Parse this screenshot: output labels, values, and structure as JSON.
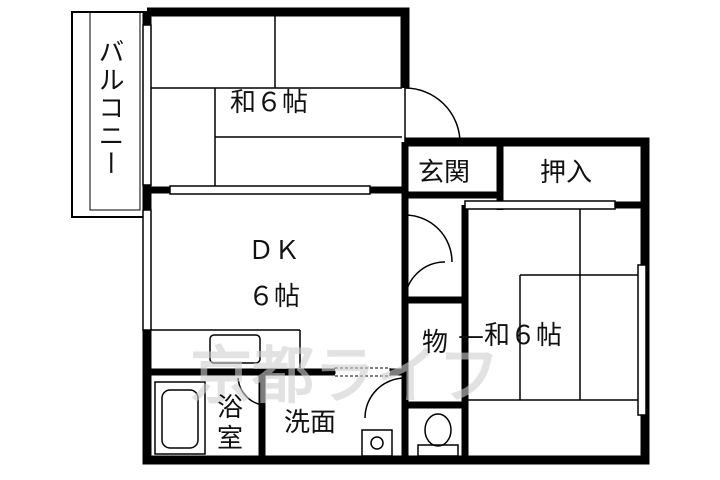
{
  "rooms": {
    "balcony": "バルコニー",
    "washitsu_top": "和６帖",
    "dk_line1": "ＤＫ",
    "dk_line2": "６帖",
    "genkan": "玄関",
    "oshiire": "押入",
    "mono": "物",
    "washitsu_right": "—和６帖",
    "yokushitsu_1": "浴",
    "yokushitsu_2": "室",
    "senmen": "洗面"
  },
  "watermark": "京都ライフ"
}
